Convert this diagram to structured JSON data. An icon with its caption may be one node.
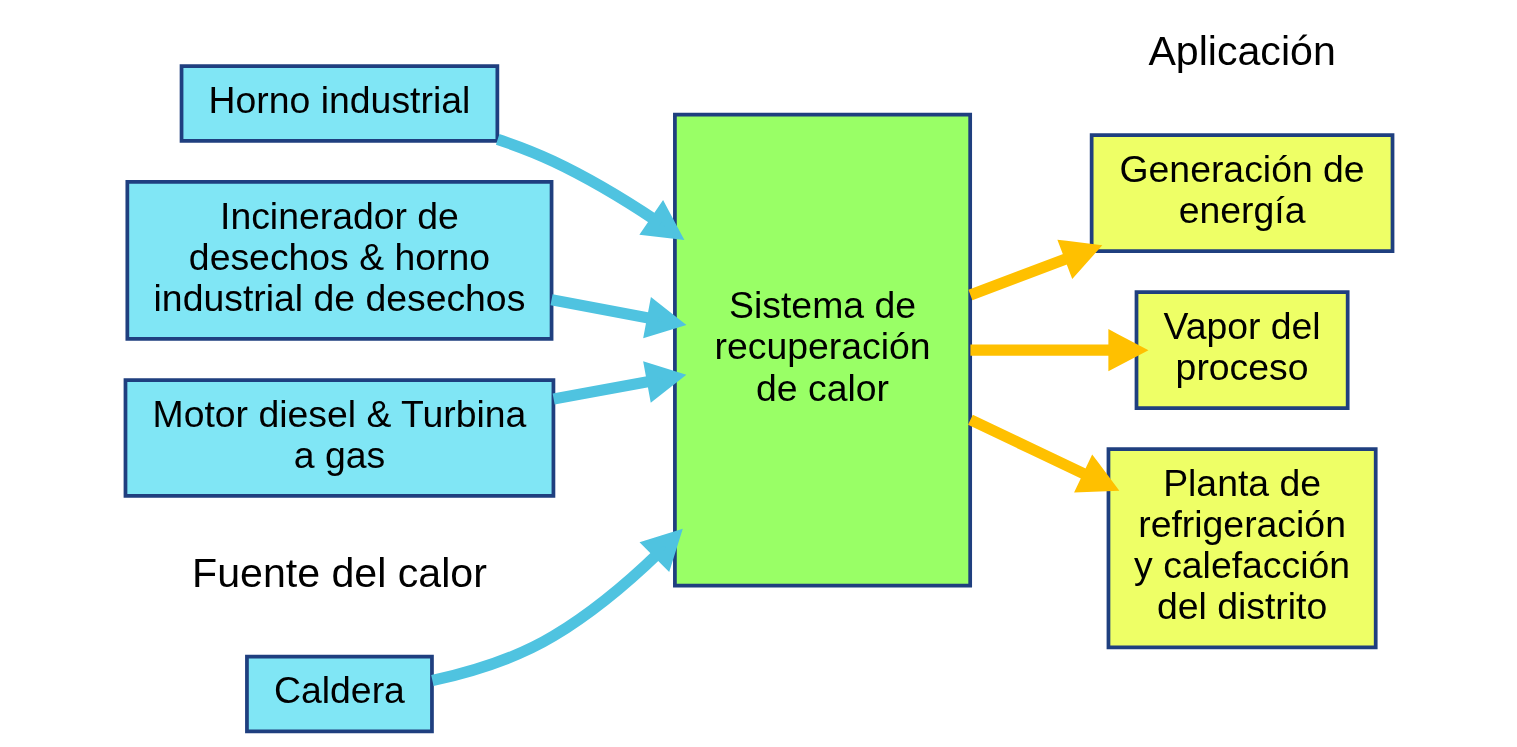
{
  "diagram": {
    "nodes": [
      {
        "text": [
          "Caldera"
        ]
      },
      {
        "text": [
          "Horno industrial"
        ]
      },
      {
        "text": [
          "Incinerador de desechos & horno industrial de desechos"
        ]
      },
      {
        "text": [
          "Motor diesel & Turbina a gas"
        ]
      },
      {
        "text": [
          "Sistema de recuperación de calor"
        ]
      },
      {
        "text": [
          "Generación de energía"
        ]
      },
      {
        "text": [
          "Vapor del proceso"
        ]
      },
      {
        "text": [
          "Planta de refrigeración y calefacción del distrito"
        ]
      }
    ],
    "edges": [
      {
        "from": 0,
        "to": 4,
        "arrow": "to"
      },
      {
        "from": 1,
        "to": 4,
        "arrow": "to"
      },
      {
        "from": 2,
        "to": 4,
        "arrow": "to"
      },
      {
        "from": 3,
        "to": 4,
        "arrow": "to"
      },
      {
        "from": 4,
        "to": 5,
        "arrow": "to",
        "color": "#ffc000"
      },
      {
        "from": 4,
        "to": 6,
        "arrow": "to",
        "color": "#ffc000"
      },
      {
        "from": 4,
        "to": 7,
        "arrow": "to",
        "color": "#ffc000"
      }
    ],
    "labels": [
      "Fuente del calor",
      "Aplicación"
    ]
  }
}
